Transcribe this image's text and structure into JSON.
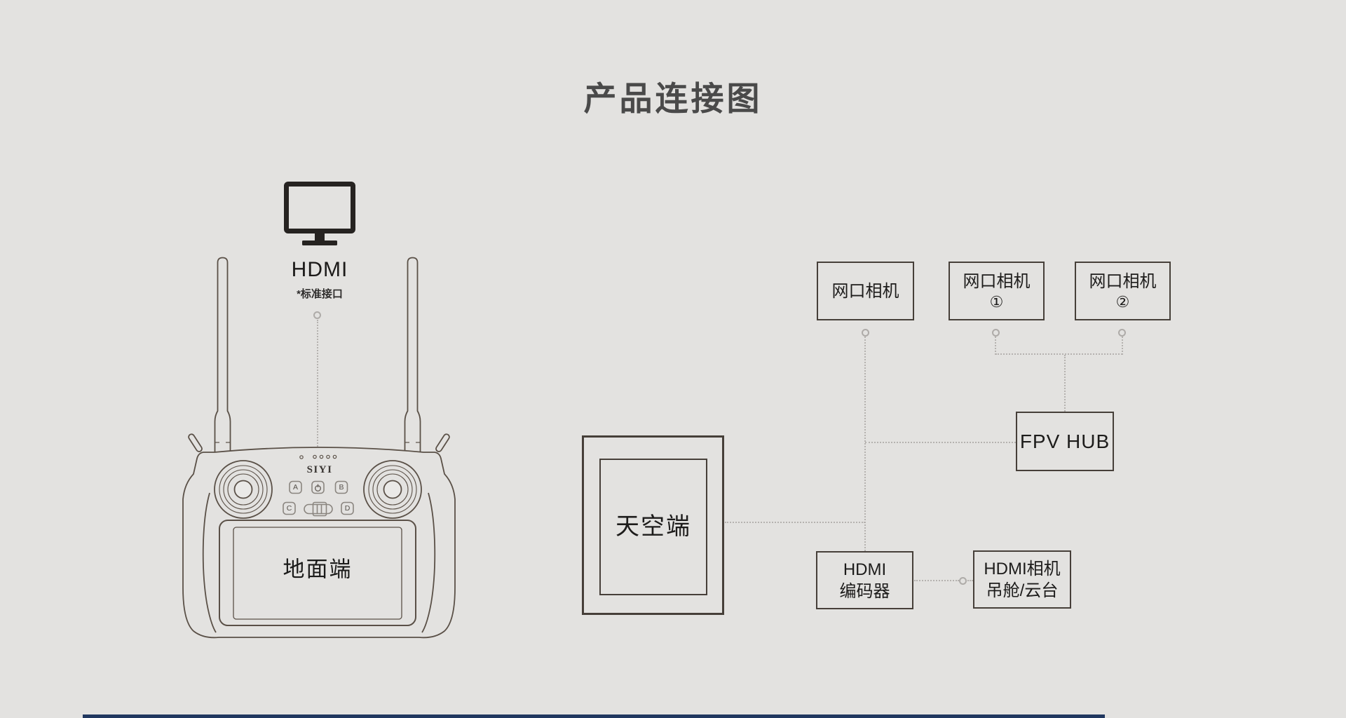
{
  "page": {
    "title": "产品连接图"
  },
  "hdmi_source": {
    "label": "HDMI",
    "note": "*标准接口",
    "icon": "monitor-icon"
  },
  "ground_unit": {
    "brand": "SIYI",
    "screen_label": "地面端",
    "buttons": {
      "a": "A",
      "b": "B",
      "c": "C",
      "d": "D",
      "power_icon": "power-icon"
    }
  },
  "air_unit": {
    "label": "天空端"
  },
  "cameras": [
    {
      "label": "网口相机"
    },
    {
      "label": "网口相机",
      "badge": "①"
    },
    {
      "label": "网口相机",
      "badge": "②"
    }
  ],
  "fpv_hub": {
    "label": "FPV HUB"
  },
  "hdmi_encoder": {
    "line1": "HDMI",
    "line2": "编码器"
  },
  "hdmi_camera": {
    "line1": "HDMI相机",
    "line2": "吊舱/云台"
  },
  "colors": {
    "background": "#e3e2e0",
    "title": "#4a4a4a",
    "box_border": "#463f39",
    "text": "#1d1c1b",
    "dotted_line": "#b5b2af",
    "connector_node": "#aeaba8",
    "device_outline": "#5a5047",
    "monitor_icon": "#262321",
    "footer_strip": "#20375f"
  }
}
